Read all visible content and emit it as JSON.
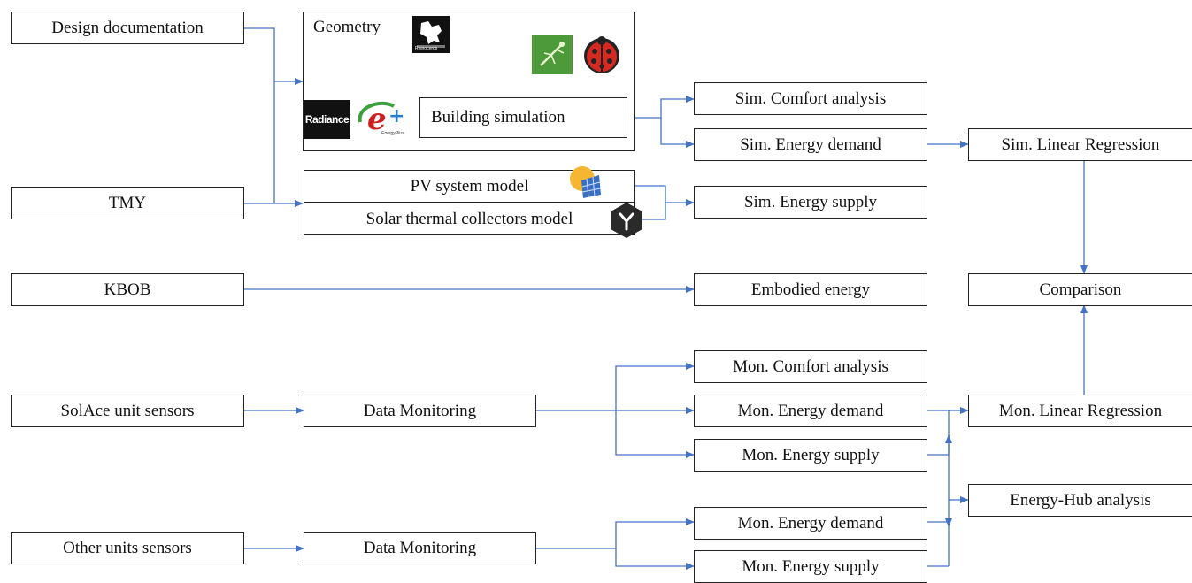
{
  "sources": {
    "design_doc": "Design documentation",
    "tmy": "TMY",
    "kbob": "KBOB",
    "solace": "SolAce unit sensors",
    "other": "Other units sensors"
  },
  "sim_block": {
    "geometry": "Geometry",
    "building_sim": "Building simulation",
    "pv_model": "PV system model",
    "stc_model": "Solar thermal collectors model"
  },
  "logos": {
    "rhino": "Rhinoceros",
    "radiance": "Radiance",
    "energyplus": "EnergyPlus"
  },
  "monitoring": {
    "dm1": "Data Monitoring",
    "dm2": "Data Monitoring"
  },
  "outputs": {
    "sim_comfort": "Sim. Comfort analysis",
    "sim_demand": "Sim. Energy demand",
    "sim_supply": "Sim. Energy supply",
    "embodied": "Embodied energy",
    "mon_comfort": "Mon. Comfort analysis",
    "mon_demand1": "Mon. Energy demand",
    "mon_supply1": "Mon. Energy supply",
    "mon_demand2": "Mon. Energy demand",
    "mon_supply2": "Mon. Energy supply"
  },
  "analysis": {
    "sim_lr": "Sim. Linear Regression",
    "comparison": "Comparison",
    "mon_lr": "Mon. Linear Regression",
    "hub": "Energy-Hub analysis"
  },
  "colors": {
    "arrow": "#4472C4",
    "border": "#222222"
  }
}
